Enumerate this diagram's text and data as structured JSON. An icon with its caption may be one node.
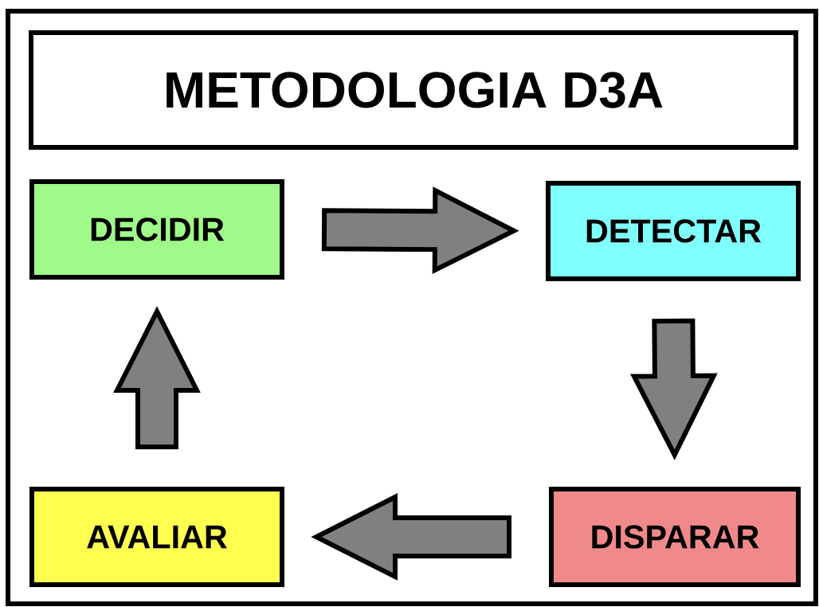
{
  "diagram": {
    "title": "METODOLOGIA D3A",
    "nodes": [
      {
        "text": [
          "DECIDIR"
        ]
      },
      {
        "text": [
          "DETECTAR"
        ]
      },
      {
        "text": [
          "DISPARAR"
        ]
      },
      {
        "text": [
          "AVALIAR"
        ]
      }
    ],
    "edges": [
      {
        "from": 0,
        "to": 1,
        "arrow": "to"
      },
      {
        "from": 1,
        "to": 2,
        "arrow": "to"
      },
      {
        "from": 2,
        "to": 3,
        "arrow": "to"
      },
      {
        "from": 3,
        "to": 0,
        "arrow": "to"
      }
    ]
  }
}
